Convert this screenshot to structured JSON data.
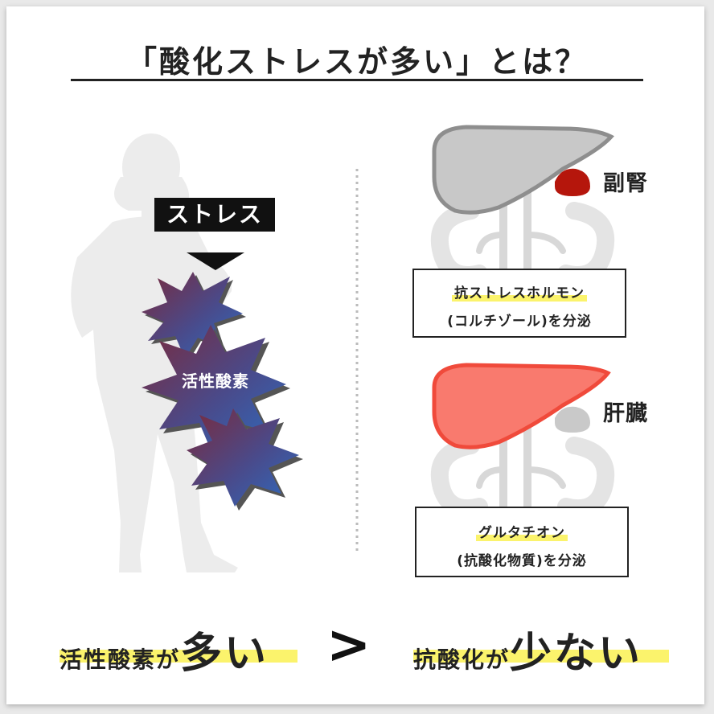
{
  "title": "「酸化ストレスが多い」とは？",
  "left": {
    "stress_label": "ストレス",
    "ros_label": "活性酸素"
  },
  "right": {
    "adrenal": {
      "label": "副腎",
      "box_line1": "抗ストレスホルモン",
      "box_line2": "(コルチゾール)を分泌"
    },
    "liver": {
      "label": "肝臓",
      "box_line1": "グルタチオン",
      "box_line2": "(抗酸化物質)を分泌"
    }
  },
  "bottom": {
    "left_small": "活性酸素が",
    "left_big": "多い",
    "comparator": ">",
    "right_small": "抗酸化が",
    "right_big": "少ない"
  },
  "colors": {
    "highlight": "#fbf36c",
    "adrenal": "#b5160c",
    "liver_fill": "#f97a6e",
    "liver_stroke": "#f04a3b",
    "organ_gray": "#c8c8c8",
    "ros_dark": "#7a2a3c",
    "ros_light": "#2d6cc0"
  }
}
